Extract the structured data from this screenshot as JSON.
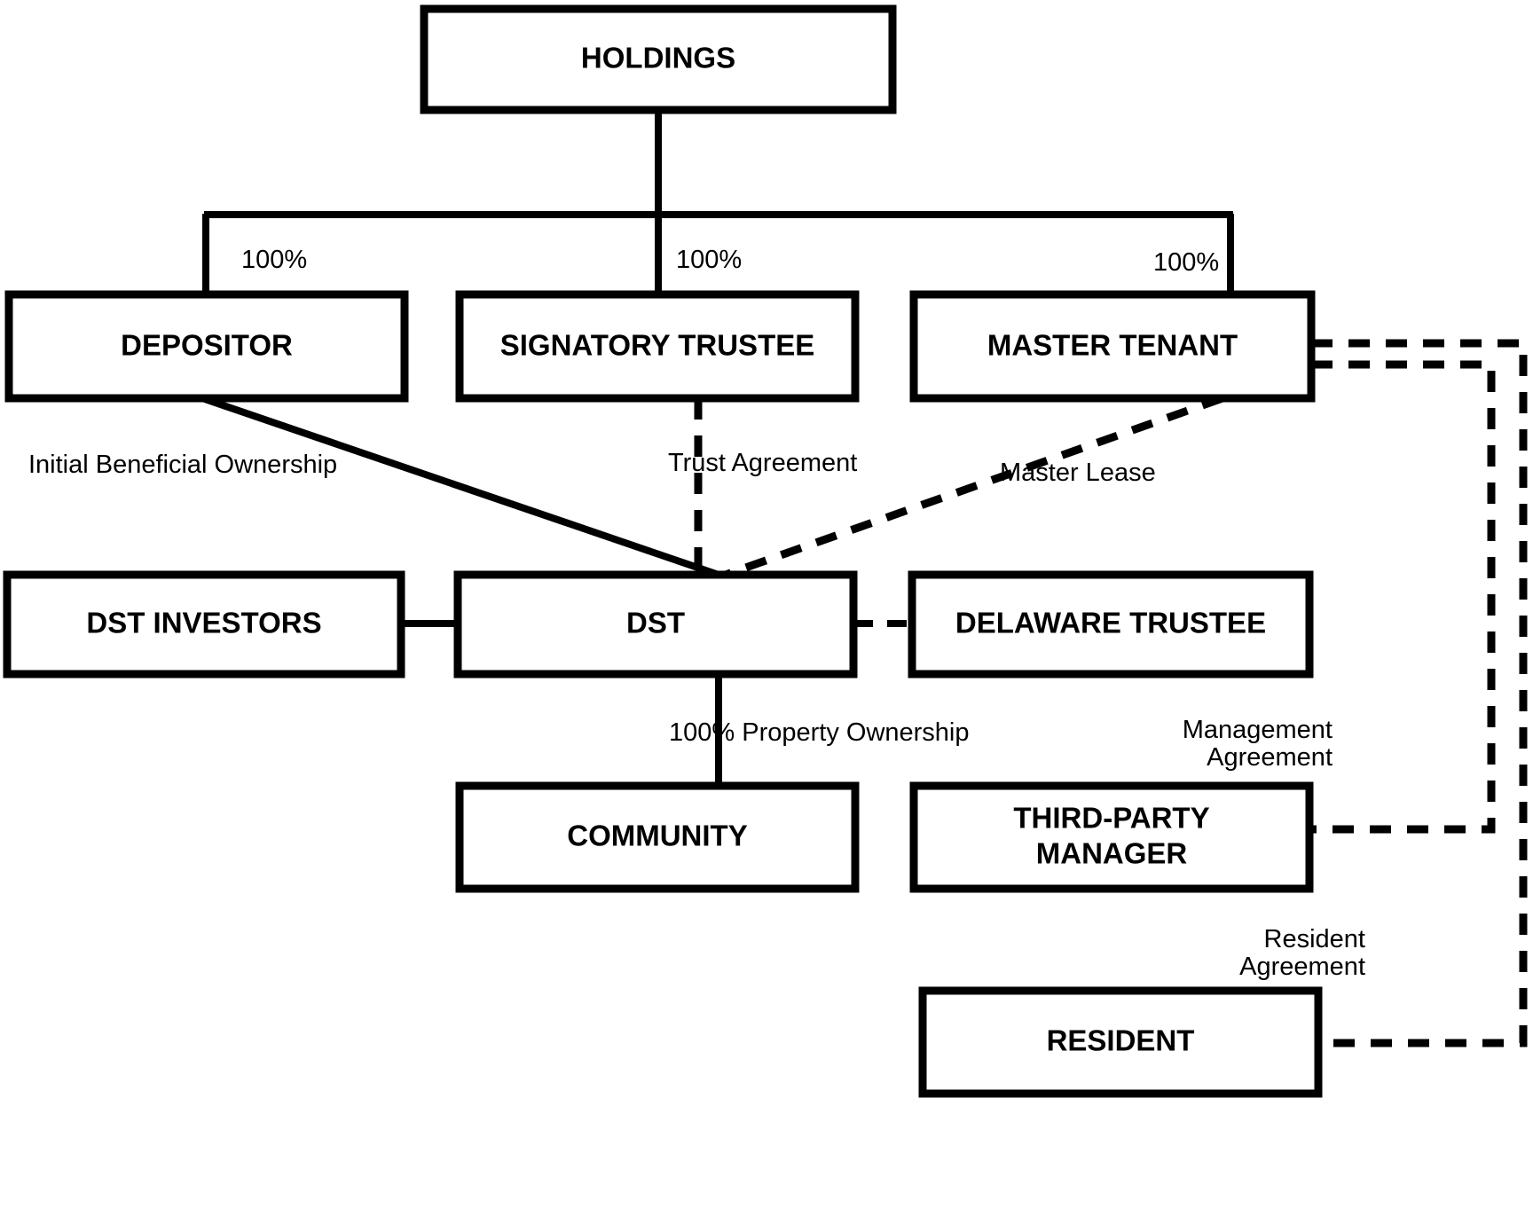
{
  "diagram": {
    "title": "DST Ownership Structure",
    "type": "organizational-chart",
    "colors": {
      "line": "#000000",
      "box_fill": "#ffffff",
      "background": "#ffffff",
      "text": "#000000"
    },
    "nodes": [
      {
        "id": "holdings",
        "label": "HOLDINGS"
      },
      {
        "id": "depositor",
        "label": "DEPOSITOR"
      },
      {
        "id": "signatory-trustee",
        "label": "SIGNATORY TRUSTEE"
      },
      {
        "id": "master-tenant",
        "label": "MASTER TENANT"
      },
      {
        "id": "dst-investors",
        "label": "DST INVESTORS"
      },
      {
        "id": "dst",
        "label": "DST"
      },
      {
        "id": "delaware-trustee",
        "label": "DELAWARE TRUSTEE"
      },
      {
        "id": "community",
        "label": "COMMUNITY"
      },
      {
        "id": "third-party-manager",
        "label_line1": "THIRD-PARTY",
        "label_line2": "MANAGER"
      },
      {
        "id": "resident",
        "label": "RESIDENT"
      }
    ],
    "edge_labels": {
      "ownership_depositor": "100%",
      "ownership_signatory": "100%",
      "ownership_master_tenant": "100%",
      "initial_beneficial_ownership": "Initial Beneficial Ownership",
      "trust_agreement": "Trust Agreement",
      "master_lease": "Master Lease",
      "property_ownership": "100% Property Ownership",
      "management_agreement_line1": "Management",
      "management_agreement_line2": "Agreement",
      "resident_agreement_line1": "Resident",
      "resident_agreement_line2": "Agreement"
    },
    "edges": [
      {
        "from": "holdings",
        "to": "depositor",
        "style": "solid",
        "label": "100%"
      },
      {
        "from": "holdings",
        "to": "signatory-trustee",
        "style": "solid",
        "label": "100%"
      },
      {
        "from": "holdings",
        "to": "master-tenant",
        "style": "solid",
        "label": "100%"
      },
      {
        "from": "depositor",
        "to": "dst",
        "style": "solid",
        "label": "Initial Beneficial Ownership"
      },
      {
        "from": "signatory-trustee",
        "to": "dst",
        "style": "dashed",
        "label": "Trust Agreement"
      },
      {
        "from": "master-tenant",
        "to": "dst",
        "style": "dashed",
        "label": "Master Lease"
      },
      {
        "from": "dst-investors",
        "to": "dst",
        "style": "solid",
        "label": ""
      },
      {
        "from": "dst",
        "to": "delaware-trustee",
        "style": "dashed",
        "label": ""
      },
      {
        "from": "dst",
        "to": "community",
        "style": "solid",
        "label": "100% Property Ownership"
      },
      {
        "from": "master-tenant",
        "to": "third-party-manager",
        "style": "dashed",
        "label": "Management Agreement"
      },
      {
        "from": "master-tenant",
        "to": "resident",
        "style": "dashed",
        "label": "Resident Agreement"
      }
    ]
  }
}
